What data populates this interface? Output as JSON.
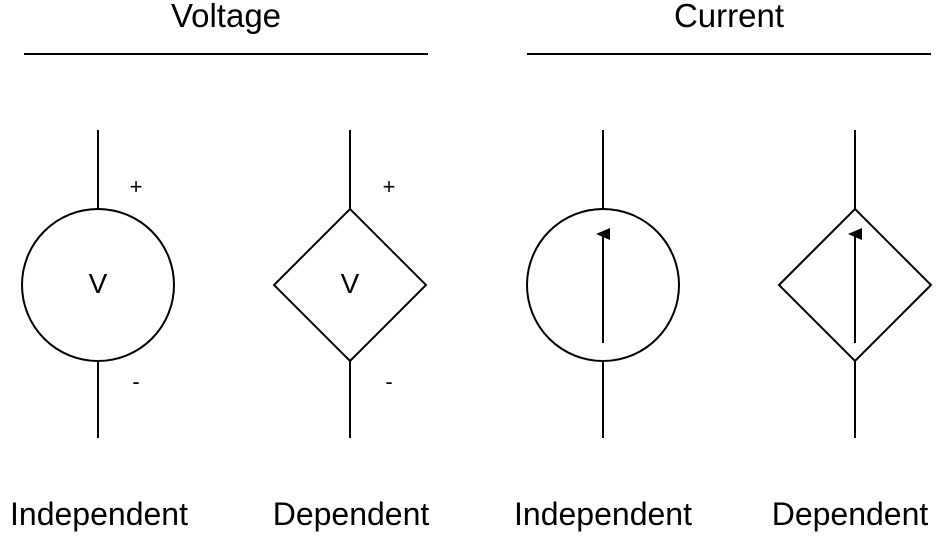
{
  "groups": {
    "voltage": {
      "title": "Voltage"
    },
    "current": {
      "title": "Current"
    }
  },
  "symbols": {
    "voltage_independent": {
      "inner_label": "V",
      "plus": "+",
      "minus": "-",
      "caption": "Independent"
    },
    "voltage_dependent": {
      "inner_label": "V",
      "plus": "+",
      "minus": "-",
      "caption": "Dependent"
    },
    "current_independent": {
      "caption": "Independent"
    },
    "current_dependent": {
      "caption": "Dependent"
    }
  }
}
